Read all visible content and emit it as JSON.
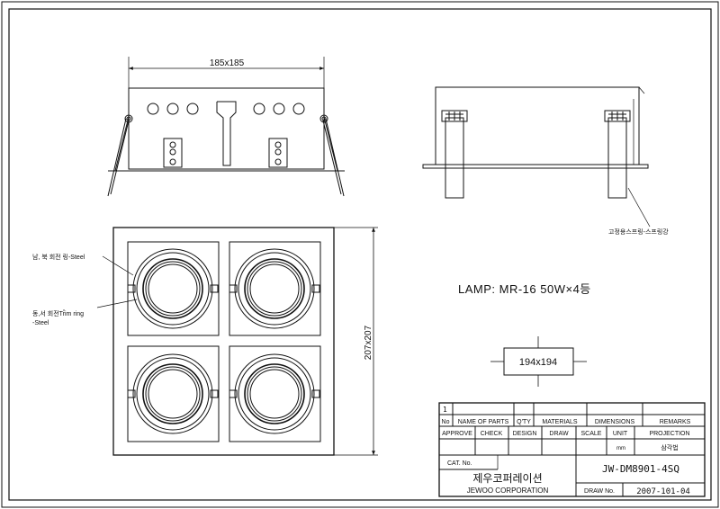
{
  "colors": {
    "ink": "#111111",
    "paper": "#ffffff"
  },
  "drawing": {
    "dim_top": "185x185",
    "dim_side": "207x207",
    "dim_cutout": "194x194",
    "lamp": "LAMP: MR-16 50W×4등",
    "callout_spring": "고정용스프링-스프링강",
    "callout_nsring": "남, 북 회전 링-Steel",
    "callout_trim_line1": "동,서 회전Trim ring",
    "callout_trim_line2": "-Steel"
  },
  "title_block": {
    "item_no": "1",
    "headers": {
      "no": "No",
      "name": "NAME OF PARTS",
      "qty": "Q'TY",
      "materials": "MATERIALS",
      "dimensions": "DIMENSIONS",
      "remarks": "REMARKS"
    },
    "approvals": {
      "approve": "APPROVE",
      "check": "CHECK",
      "design": "DESIGN",
      "draw": "DRAW",
      "scale": "SCALE",
      "unit": "UNIT",
      "projection": "PROJECTION"
    },
    "unit_value": "mm",
    "projection_value": "삼각법",
    "cat_no_label": "CAT. No.",
    "model": "JW-DM8901-4SQ",
    "company_kr": "제우코퍼레이션",
    "company_en": "JEWOO CORPORATION",
    "draw_no_label": "DRAW No.",
    "draw_no": "2007-101-04"
  }
}
